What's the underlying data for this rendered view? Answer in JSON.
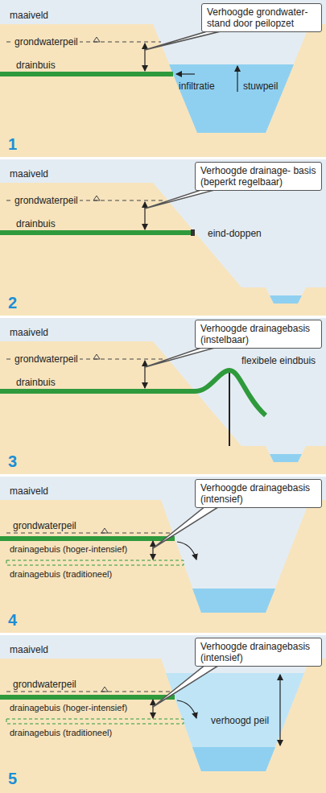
{
  "diagram": {
    "nodes": [
      {
        "text": [
          "Verhoogde grondwater- stand door peilopzet"
        ]
      },
      {
        "text": [
          "Verhoogde drainage- basis (beperkt regelbaar)"
        ]
      },
      {
        "text": [
          "Verhoogde drainagebasis (instelbaar)"
        ]
      },
      {
        "text": [
          "Verhoogde drainagebasis (intensief)"
        ]
      },
      {
        "text": [
          "Verhoogde drainagebasis (intensief)"
        ]
      }
    ],
    "labels": [
      "maaiveld",
      "grondwaterpeil",
      "drainbuis",
      "stuwpeil",
      "infiltratie",
      "1",
      "maaiveld",
      "grondwaterpeil",
      "drainbuis",
      "eind-doppen",
      "2",
      "maaiveld",
      "grondwaterpeil",
      "drainbuis",
      "flexibele eindbuis",
      "3",
      "maaiveld",
      "grondwaterpeil",
      "drainagebuis (hoger-intensief)",
      "drainagebuis (traditioneel)",
      "4",
      "maaiveld",
      "grondwaterpeil",
      "drainagebuis (hoger-intensief)",
      "drainagebuis (traditioneel)",
      "verhoogd peil",
      "5"
    ]
  }
}
